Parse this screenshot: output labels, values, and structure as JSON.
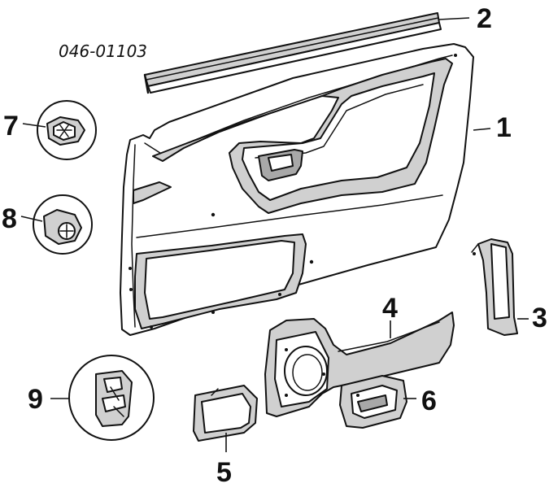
{
  "part_code": "046-01103",
  "callouts": [
    {
      "id": "1",
      "label": "1"
    },
    {
      "id": "2",
      "label": "2"
    },
    {
      "id": "3",
      "label": "3"
    },
    {
      "id": "4",
      "label": "4"
    },
    {
      "id": "5",
      "label": "5"
    },
    {
      "id": "6",
      "label": "6"
    },
    {
      "id": "7",
      "label": "7"
    },
    {
      "id": "8",
      "label": "8"
    },
    {
      "id": "9",
      "label": "9"
    }
  ],
  "colors": {
    "line": "#111111",
    "shade": "#d0d0d0",
    "shade_dark": "#a8a8a8",
    "background": "#ffffff"
  }
}
